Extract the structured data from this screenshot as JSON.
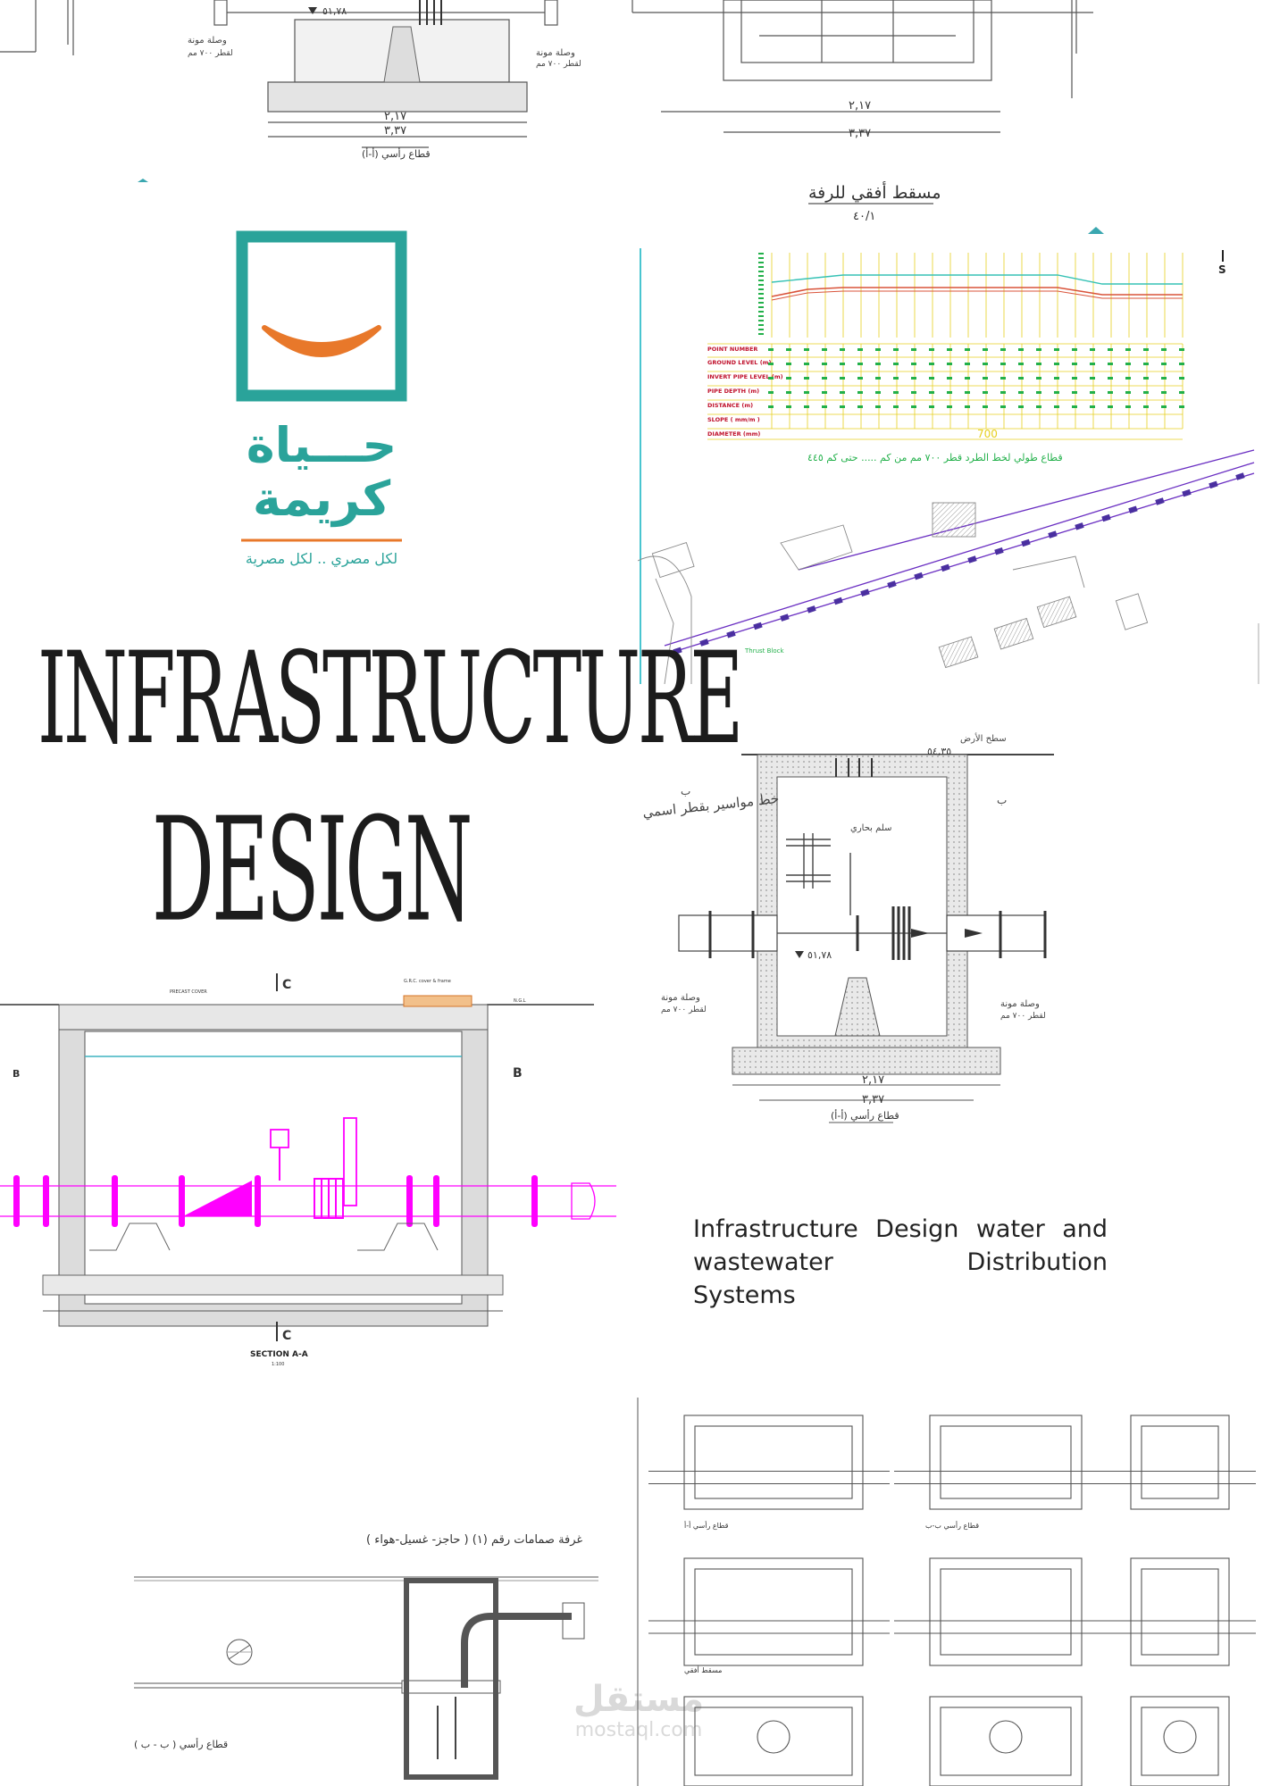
{
  "logo": {
    "name_line1": "حـــياة",
    "name_line2": "كريمة",
    "tagline": "لكل مصري .. لكل مصرية",
    "colors": {
      "teal": "#2aa39a",
      "orange": "#e8782a"
    }
  },
  "title": {
    "line1": "INFRASTRUCTURE",
    "line2": "DESIGN"
  },
  "description": {
    "line1": "Infrastructure Design water and",
    "line2": "wastewater Distribution",
    "line3": "Systems"
  },
  "drawings": {
    "top_left": {
      "caption": "قطاع رأسي (أ-أ)",
      "dim_total": "٣,٣٧",
      "dim_mid": "٢,١٧",
      "pipe_level": "٥١,٧٨",
      "label_joint": "وصلة مونة",
      "label_diameter": "لقطر ٧٠٠ مم"
    },
    "top_right": {
      "caption": "مسقط أفقي للرفة",
      "scale": "٤٠/١",
      "dim_total": "٣,٣٧",
      "dim_mid": "٢,١٧"
    },
    "profile": {
      "rows": [
        "POINT NUMBER",
        "GROUND LEVEL (m)",
        "INVERT PIPE LEVEL (m)",
        "PIPE DEPTH (m)",
        "DISTANCE (m)",
        "SLOPE ( mm/m )",
        "DIAMETER (mm)"
      ],
      "diameter_value": "700",
      "caption": "قطاع طولي لخط الطرد قطر ٧٠٠ مم من كم ..... حتى كم ٤٤٥",
      "thrust_label": "Thrust Block",
      "north": "S"
    },
    "section_mid": {
      "label_ground": "سطح الأرض",
      "label_ladder": "سلم بحاري",
      "label_pipes": "خط مواسير بقطر اسمي",
      "label_joint": "وصلة مونة",
      "label_diameter": "لقطر ٧٠٠ مم",
      "pipe_level": "٥١,٧٨",
      "ground_level": "٥٤,٣٥",
      "dim_total": "٣,٣٧",
      "dim_mid": "٢,١٧",
      "caption": "قطاع رأسي (أ-أ)",
      "marker_b": "ب"
    },
    "section_aa": {
      "title": "SECTION A-A",
      "scale": "1:100",
      "marker_b": "B",
      "marker_c": "C",
      "label_cover": "PRECAST COVER",
      "label_frame": "G.R.C. cover & frame",
      "label_ngl": "N.G.L"
    },
    "chamber": {
      "caption": "غرفة صمامات رقم (١) ( حاجز- غسيل-هواء )",
      "section_label": "قطاع رأسي ( ب - ب )"
    },
    "sheet_br": {
      "caption1": "قطاع رأسي أ-أ",
      "caption2": "قطاع رأسي ب-ب",
      "caption3": "مسقط أفقي"
    }
  },
  "watermark": {
    "text_ar": "مستقل",
    "text_en": "mostaql.com"
  }
}
